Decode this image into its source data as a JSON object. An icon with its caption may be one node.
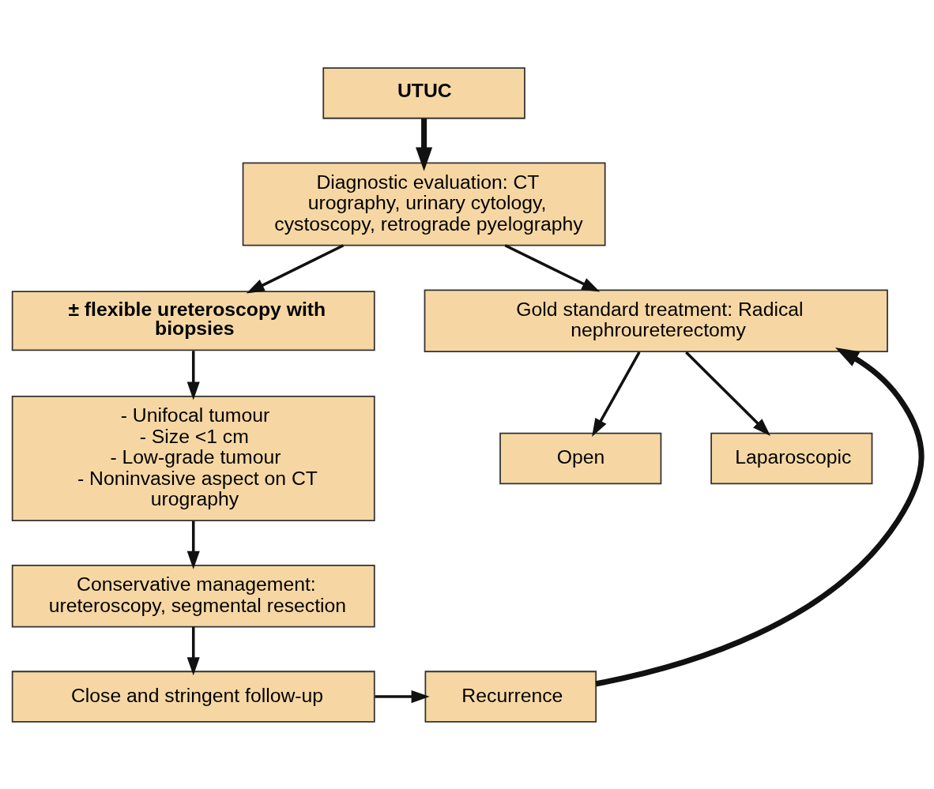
{
  "diagram": {
    "nodes": [
      {
        "text": [
          "UTUC"
        ]
      },
      {
        "text": [
          "Diagnostic evaluation: CT urography, urinary cytology, cystoscopy, retrograde pyelography"
        ]
      },
      {
        "text": [
          "± flexible ureteroscopy with biopsies"
        ]
      },
      {
        "text": [
          "Gold standard treatment: Radical nephroureterectomy"
        ]
      },
      {
        "text": [
          "- Unifocal tumour",
          "- Size <1 cm",
          "- Low-grade tumour",
          "- Noninvasive aspect on CT urography"
        ]
      },
      {
        "text": [
          "Open"
        ]
      },
      {
        "text": [
          "Laparoscopic"
        ]
      },
      {
        "text": [
          "Conservative management: ureteroscopy, segmental resection"
        ]
      },
      {
        "text": [
          "Recurrence"
        ]
      },
      {
        "text": [
          "Close and stringent follow-up"
        ]
      }
    ],
    "edges": [
      {
        "from": 0,
        "to": 1,
        "arrow": "to",
        "style": "thick"
      },
      {
        "from": 1,
        "to": 2,
        "arrow": "to"
      },
      {
        "from": 1,
        "to": 3,
        "arrow": "to"
      },
      {
        "from": 3,
        "to": 5,
        "arrow": "to"
      },
      {
        "from": 3,
        "to": 6,
        "arrow": "to"
      },
      {
        "from": 2,
        "to": 4,
        "arrow": "to"
      },
      {
        "from": 4,
        "to": 7,
        "arrow": "to"
      },
      {
        "from": 7,
        "to": 9,
        "arrow": "to"
      },
      {
        "from": 9,
        "to": 8,
        "arrow": "to"
      },
      {
        "from": 8,
        "to": 3,
        "arrow": "to",
        "style": "thick"
      }
    ]
  }
}
